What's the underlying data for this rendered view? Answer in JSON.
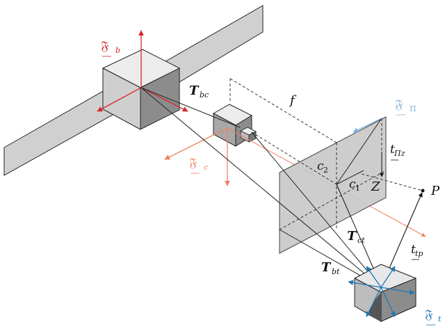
{
  "labels": {
    "frame_b": "𝔉",
    "frame_b_sub": "b",
    "frame_c": "𝔉",
    "frame_c_sub": "c",
    "frame_pi": "𝔉",
    "frame_pi_sub": "Π",
    "frame_t": "𝔉",
    "frame_t_sub": "t",
    "T_bc": "T",
    "T_bc_sub": "bc",
    "T_ct": "T",
    "T_ct_sub": "ct",
    "T_bt": "T",
    "T_bt_sub": "bt",
    "f": "f",
    "c1": "c",
    "c1_sub": "1",
    "c2": "c",
    "c2_sub": "2",
    "t_piz": "t",
    "t_piz_sub": "Πz",
    "Z": "Z",
    "P": "P",
    "t_tp": "t",
    "t_tp_sub": "tp"
  },
  "colors": {
    "frame_b": "#d62728",
    "frame_c": "#f08060",
    "frame_pi": "#7fb3e0",
    "frame_t": "#1f77b4",
    "ink": "#111111",
    "panel": "#d0d0d0",
    "cube_top": "#ececec",
    "cube_left": "#cfcfcf",
    "cube_right": "#8c8c8c",
    "plane": "#c8c8c8"
  }
}
